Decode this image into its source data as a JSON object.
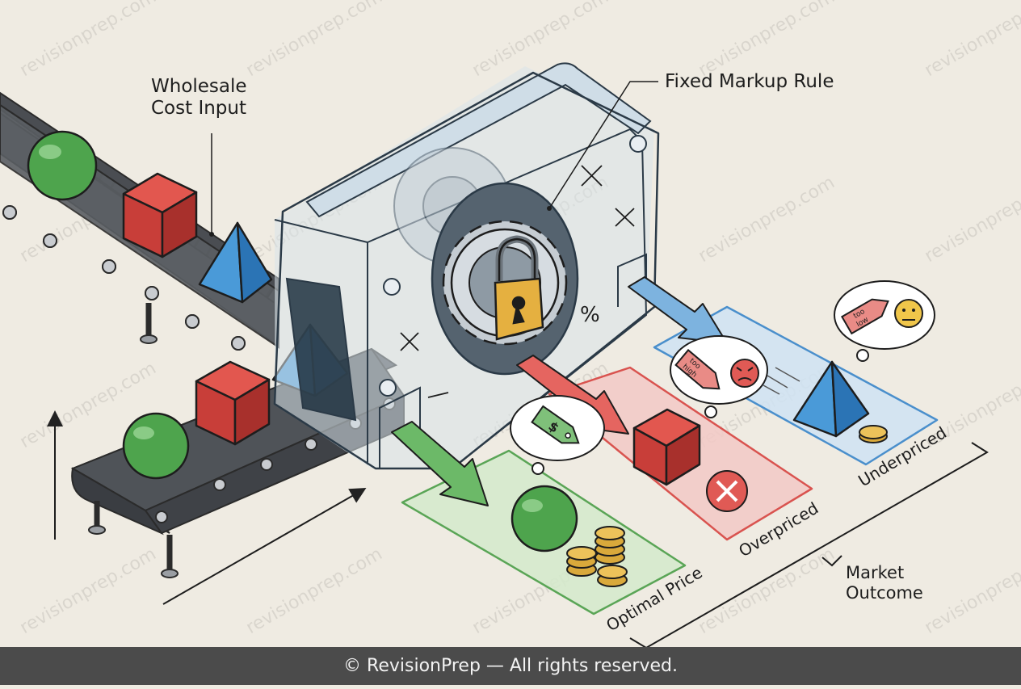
{
  "labels": {
    "wholesale_line1": "Wholesale",
    "wholesale_line2": "Cost Input",
    "fixed_markup": "Fixed Markup Rule",
    "market_line1": "Market",
    "market_line2": "Outcome"
  },
  "zones": {
    "optimal": "Optimal Price",
    "overpriced": "Overpriced",
    "underpriced": "Underpriced"
  },
  "tags": {
    "optimal": "$",
    "overpriced_line1": "too",
    "overpriced_line2": "high",
    "underpriced_line1": "too",
    "underpriced_line2": "low"
  },
  "machine_symbols": {
    "plus": "+",
    "times": "×",
    "percent": "%",
    "minus": "−"
  },
  "watermark": "revisionprep.com",
  "footer": "© RevisionPrep — All rights reserved.",
  "colors": {
    "background": "#efebe2",
    "optimal": "#5aa556",
    "overpriced": "#d9534f",
    "underpriced": "#3b8fd0",
    "gold": "#d9a93b",
    "footer": "#4b4b4b"
  }
}
